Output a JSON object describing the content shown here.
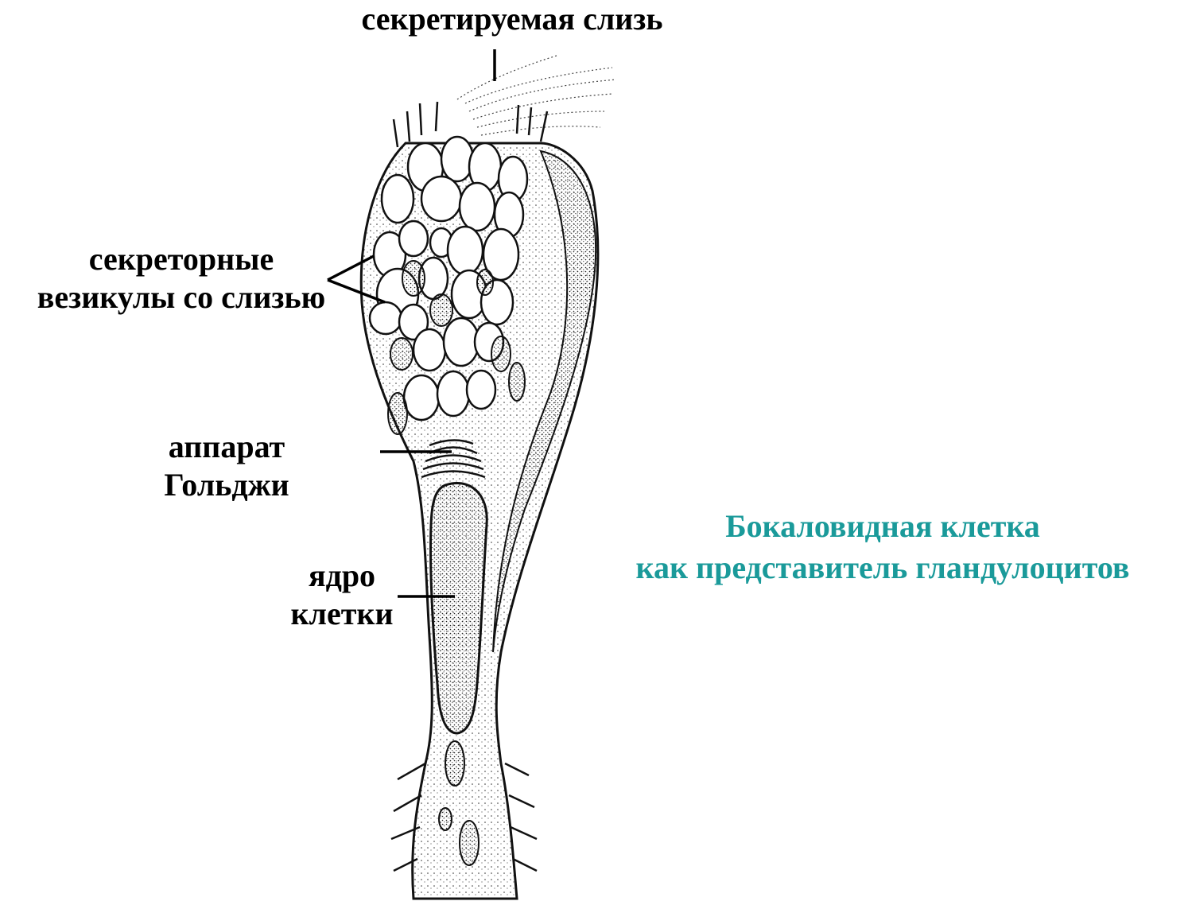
{
  "labels": {
    "mucus": "секретируемая слизь",
    "vesicles_line1": "секреторные",
    "vesicles_line2": "везикулы со слизью",
    "golgi_line1": "аппарат",
    "golgi_line2": "Гольджи",
    "nucleus_line1": "ядро",
    "nucleus_line2": "клетки"
  },
  "title": {
    "line1": "Бокаловидная клетка",
    "line2": "как представитель гландулоцитов"
  },
  "colors": {
    "title": "#1a9a9a",
    "labels": "#000000",
    "ink": "#111111"
  }
}
